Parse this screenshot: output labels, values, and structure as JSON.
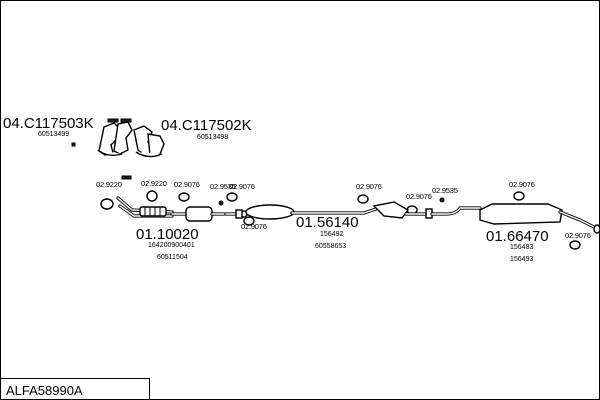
{
  "diagram_title": "ALFA58990A",
  "parts": {
    "manifold_left": {
      "code": "04.C117503K",
      "ref": "60513499"
    },
    "manifold_right": {
      "code": "04.C117502K",
      "ref": "60513498"
    },
    "front_pipe": {
      "code": "01.10020",
      "refs": [
        "164200900401",
        "60511504"
      ]
    },
    "middle_silencer": {
      "code": "01.56140",
      "refs": [
        "156492",
        "60558653"
      ]
    },
    "rear_silencer": {
      "code": "01.66470",
      "refs": [
        "156483",
        "156493"
      ]
    }
  },
  "small_parts": {
    "p1": "02.9220",
    "p2": "02.9220",
    "p3": "02.9076",
    "p4": "02.9535",
    "p5": "02.9076",
    "p6": "02.9076",
    "p7": "02.9076",
    "p8": "02.9076",
    "p9": "02.9535",
    "p10": "02.9076",
    "p11": "02.9076"
  }
}
